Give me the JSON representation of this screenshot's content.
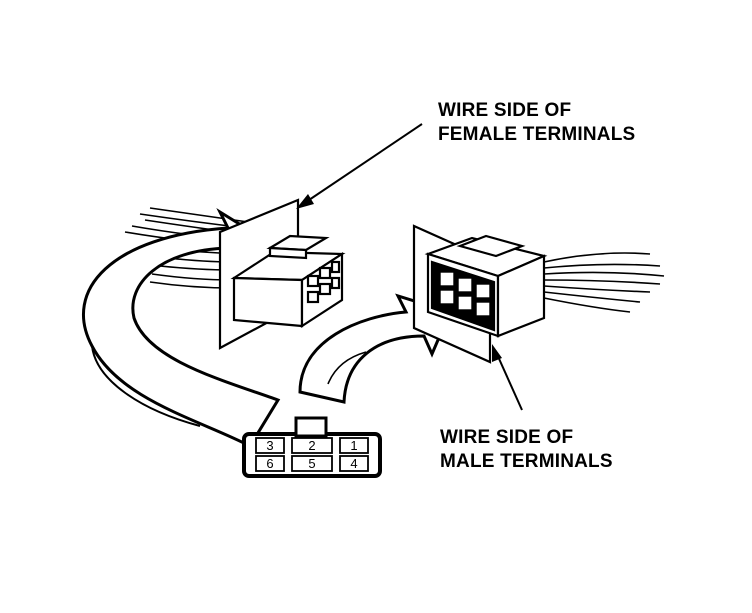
{
  "labels": {
    "female": [
      "WIRE SIDE OF",
      "FEMALE TERMINALS"
    ],
    "male": [
      "WIRE SIDE OF",
      "MALE TERMINALS"
    ]
  },
  "pinout": {
    "top_row": [
      "3",
      "2",
      "1"
    ],
    "bottom_row": [
      "6",
      "5",
      "4"
    ]
  },
  "colors": {
    "ink": "#000000",
    "paper": "#ffffff"
  }
}
